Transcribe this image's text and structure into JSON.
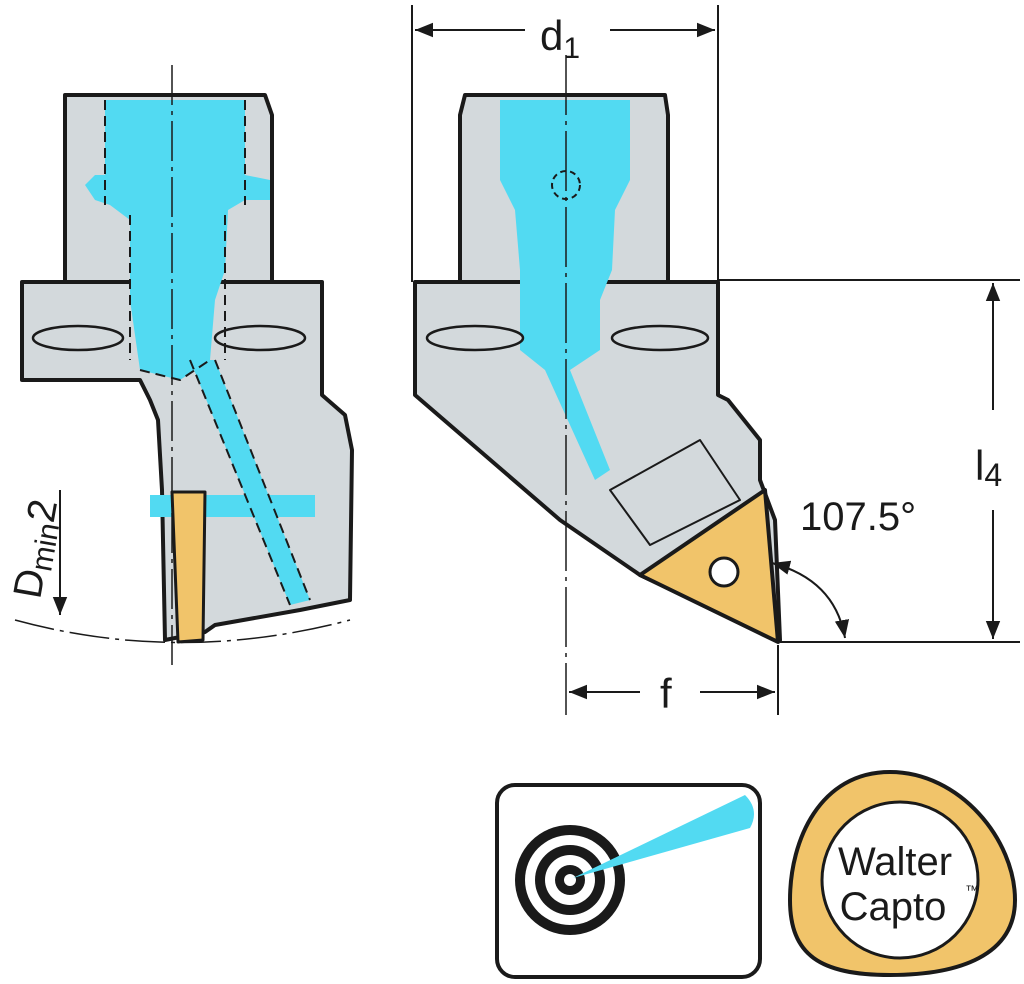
{
  "dimensions": {
    "d1": {
      "main": "d",
      "sub": "1"
    },
    "l4": {
      "main": "l",
      "sub": "4"
    },
    "f": "f",
    "angle": "107.5°",
    "dmin2": {
      "main": "D",
      "sub": "min",
      "tail": "2"
    }
  },
  "logos": {
    "walter_line1": "Walter",
    "walter_line2": "Capto",
    "walter_tm": "™"
  },
  "colors": {
    "body": "#d3d9dc",
    "coolant": "#52daf2",
    "insert": "#f1c46a",
    "outline": "#1a1a1a"
  }
}
